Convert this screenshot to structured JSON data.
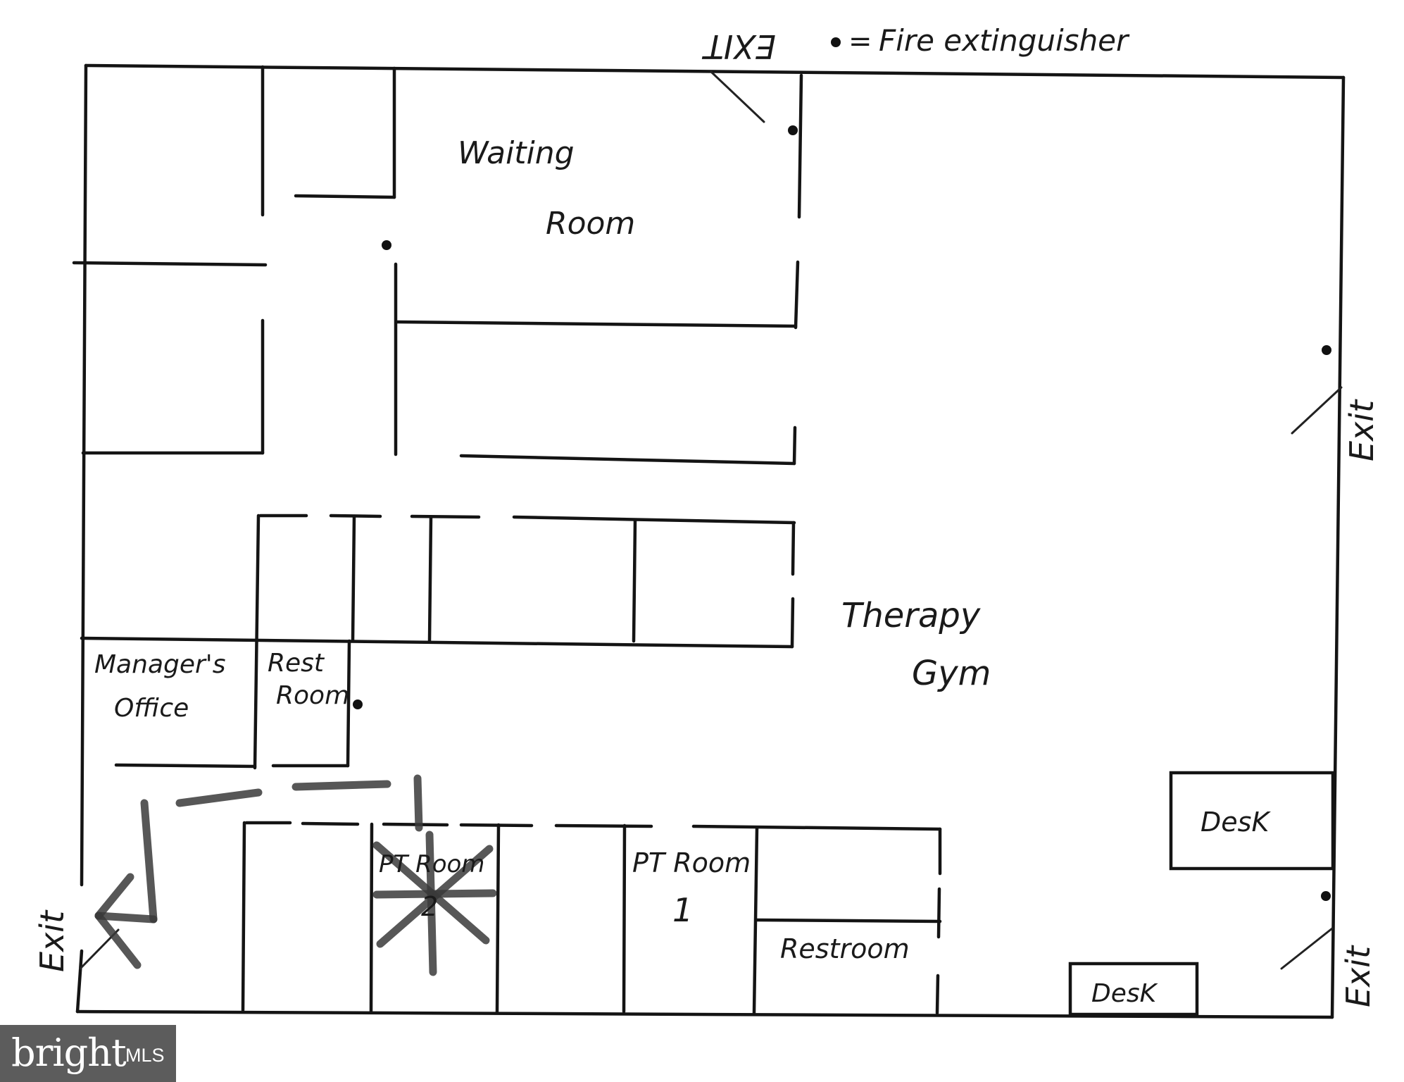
{
  "legend": {
    "symbol": "•",
    "separator": "=",
    "text": "Fire extinguisher"
  },
  "rooms": {
    "waiting_line1": "Waiting",
    "waiting_line2": "Room",
    "therapy_line1": "Therapy",
    "therapy_line2": "Gym",
    "manager_line1": "Manager's",
    "manager_line2": "Office",
    "rest_line1": "Rest",
    "rest_line2": "Room",
    "pt2_label": "PT Room",
    "pt2_number": "2",
    "pt1_label": "PT Room",
    "pt1_number": "1",
    "restroom": "Restroom",
    "desk_upper": "DesK",
    "desk_lower": "DesK"
  },
  "exits": {
    "top": "EXIT",
    "right_upper": "Exit",
    "right_lower": "Exit",
    "left": "Exit"
  },
  "watermark": {
    "brand": "bright",
    "suffix": "MLS"
  }
}
